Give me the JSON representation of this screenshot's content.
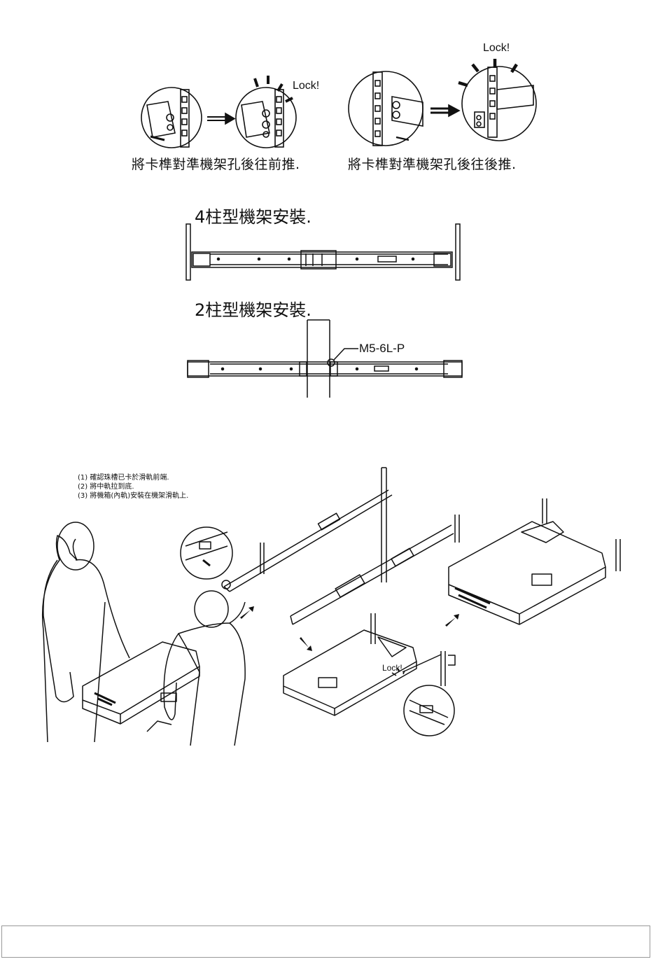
{
  "lock_label": "Lock!",
  "step1": {
    "caption_left": "將卡榫對準機架孔後往前推.",
    "caption_right": "將卡榫對準機架孔後往後推."
  },
  "four_post": {
    "heading": "4柱型機架安裝."
  },
  "two_post": {
    "heading": "2柱型機架安裝.",
    "screw_label": "M5-6L-P"
  },
  "procedure": {
    "steps": [
      "(1) 確認珠槽已卡於滑軌前端.",
      "(2) 將中軌拉到底.",
      "(3) 將機箱(內軌)安裝在機架滑軌上."
    ],
    "lock_label": "Lock!"
  },
  "footer": {
    "text": ""
  }
}
